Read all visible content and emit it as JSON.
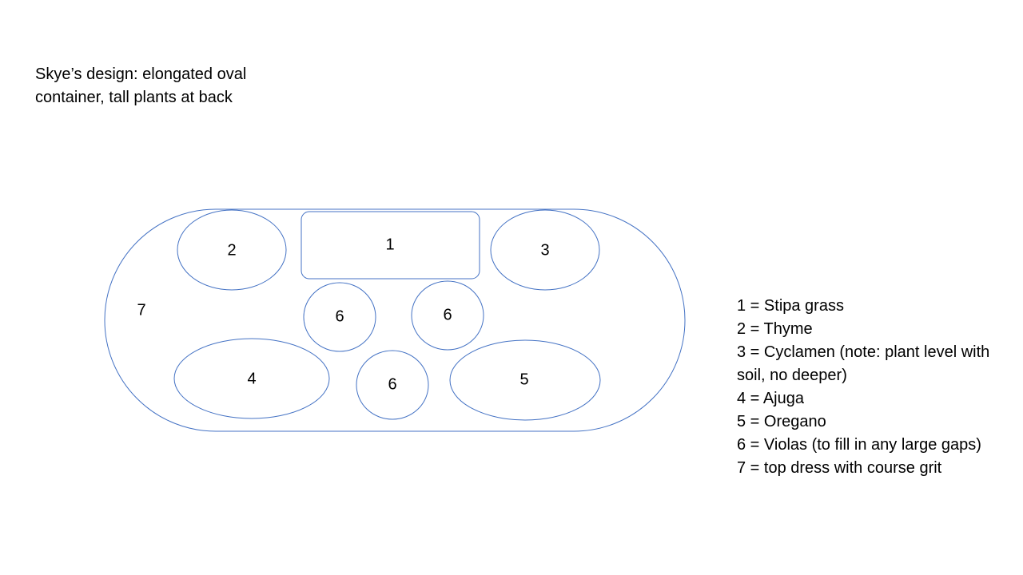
{
  "caption": "Skye’s design: elongated oval container, tall plants at back",
  "colors": {
    "outline": "#4472c4",
    "text": "#000000",
    "background": "#ffffff"
  },
  "diagram_labels": {
    "zone_1": "1",
    "zone_2": "2",
    "zone_3": "3",
    "zone_4": "4",
    "zone_5": "5",
    "zone_6a": "6",
    "zone_6b": "6",
    "zone_6c": "6",
    "zone_7": "7"
  },
  "legend": [
    "1 = Stipa grass",
    "2 = Thyme",
    "3 = Cyclamen (note: plant level with soil, no deeper)",
    "4 = Ajuga",
    "5 = Oregano",
    "6 = Violas (to fill in any large gaps)",
    "7 = top dress with course grit"
  ]
}
